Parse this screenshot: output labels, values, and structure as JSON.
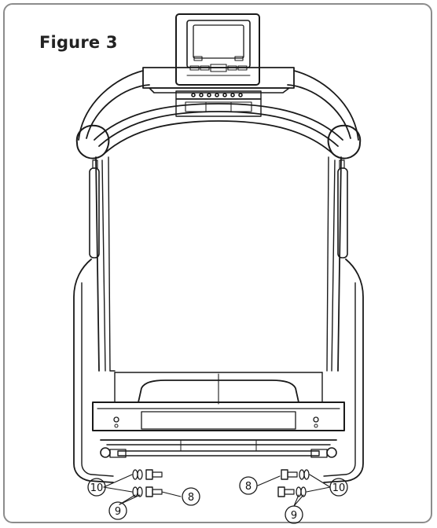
{
  "figure": {
    "title": "Figure 3"
  },
  "callouts": {
    "left": {
      "washer": "10",
      "spring_washer": "9",
      "bolt": "8"
    },
    "right": {
      "bolt": "8",
      "washer": "10",
      "spring_washer": "9"
    }
  },
  "colors": {
    "frame_border": "#8c8c8c",
    "line": "#1a1a1a"
  }
}
